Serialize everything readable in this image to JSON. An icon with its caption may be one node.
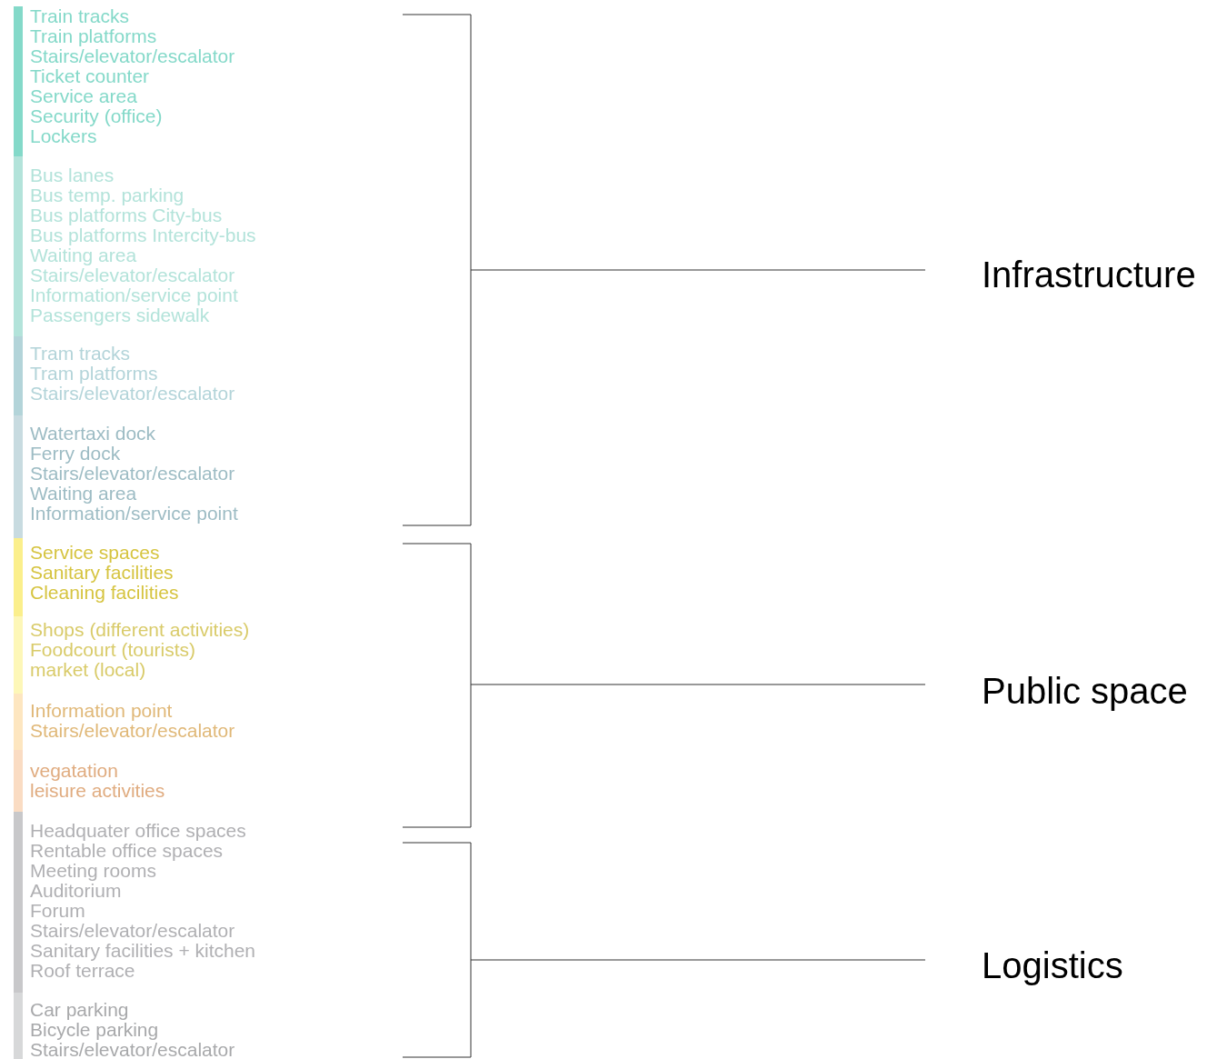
{
  "diagram": {
    "nodes": [
      {
        "text": [
          "Train tracks",
          "Train platforms",
          "Stairs/elevator/escalator",
          "Ticket counter",
          "Service area",
          "Security (office)",
          "Lockers"
        ]
      },
      {
        "text": [
          "Bus lanes",
          "Bus temp. parking",
          "Bus platforms City-bus",
          "Bus platforms Intercity-bus",
          "Waiting area",
          "Stairs/elevator/escalator",
          "Information/service point",
          "Passengers sidewalk"
        ]
      },
      {
        "text": [
          "Tram tracks",
          "Tram platforms",
          "Stairs/elevator/escalator"
        ]
      },
      {
        "text": [
          "Watertaxi dock",
          "Ferry dock",
          "Stairs/elevator/escalator",
          "Waiting area",
          "Information/service point"
        ]
      },
      {
        "text": [
          "Service spaces",
          "Sanitary facilities",
          "Cleaning facilities"
        ]
      },
      {
        "text": [
          "Shops (different activities)",
          "Foodcourt (tourists)",
          "market (local)"
        ]
      },
      {
        "text": [
          "Information point",
          "Stairs/elevator/escalator"
        ]
      },
      {
        "text": [
          "vegatation",
          "leisure activities"
        ]
      },
      {
        "text": [
          "Headquater office spaces",
          "Rentable office spaces",
          "Meeting rooms",
          "Auditorium",
          "Forum",
          "Stairs/elevator/escalator",
          "Sanitary facilities + kitchen",
          "Roof terrace"
        ]
      },
      {
        "text": [
          "Car parking",
          "Bicycle parking",
          "Stairs/elevator/escalator"
        ]
      }
    ],
    "labels": [
      "Infrastructure",
      "Public space",
      "Logistics"
    ]
  }
}
